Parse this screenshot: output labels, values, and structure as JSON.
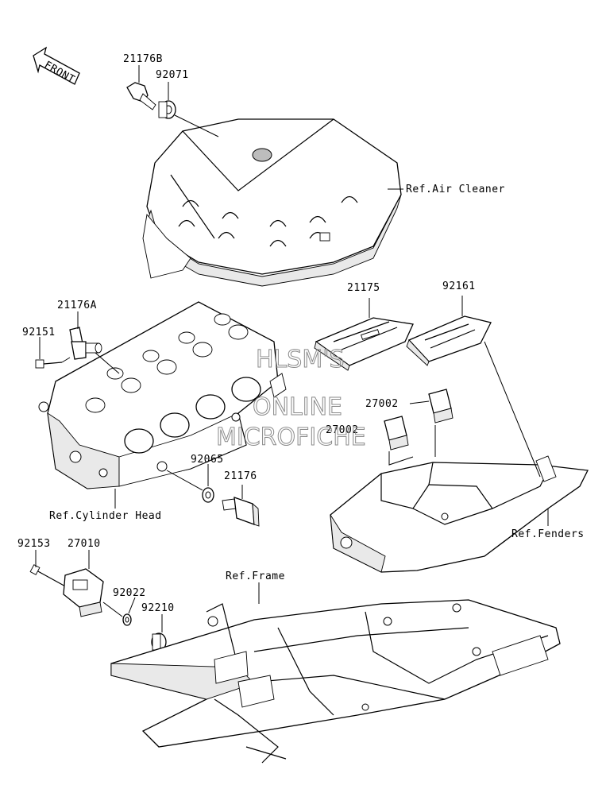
{
  "front_arrow": {
    "label": "FRONT"
  },
  "part_numbers": {
    "p21176B": "21176B",
    "p92071": "92071",
    "p21176A": "21176A",
    "p92151": "92151",
    "p21175": "21175",
    "p92161": "92161",
    "p27002a": "27002",
    "p27002b": "27002",
    "p92065": "92065",
    "p21176": "21176",
    "p92153": "92153",
    "p27010": "27010",
    "p92022": "92022",
    "p92210": "92210"
  },
  "references": {
    "air_cleaner": "Ref.Air Cleaner",
    "cylinder_head": "Ref.Cylinder Head",
    "fenders": "Ref.Fenders",
    "frame": "Ref.Frame"
  },
  "watermark": {
    "line1": "HLSM'S",
    "line2": "ONLINE",
    "line3": "MICROFICHE"
  }
}
